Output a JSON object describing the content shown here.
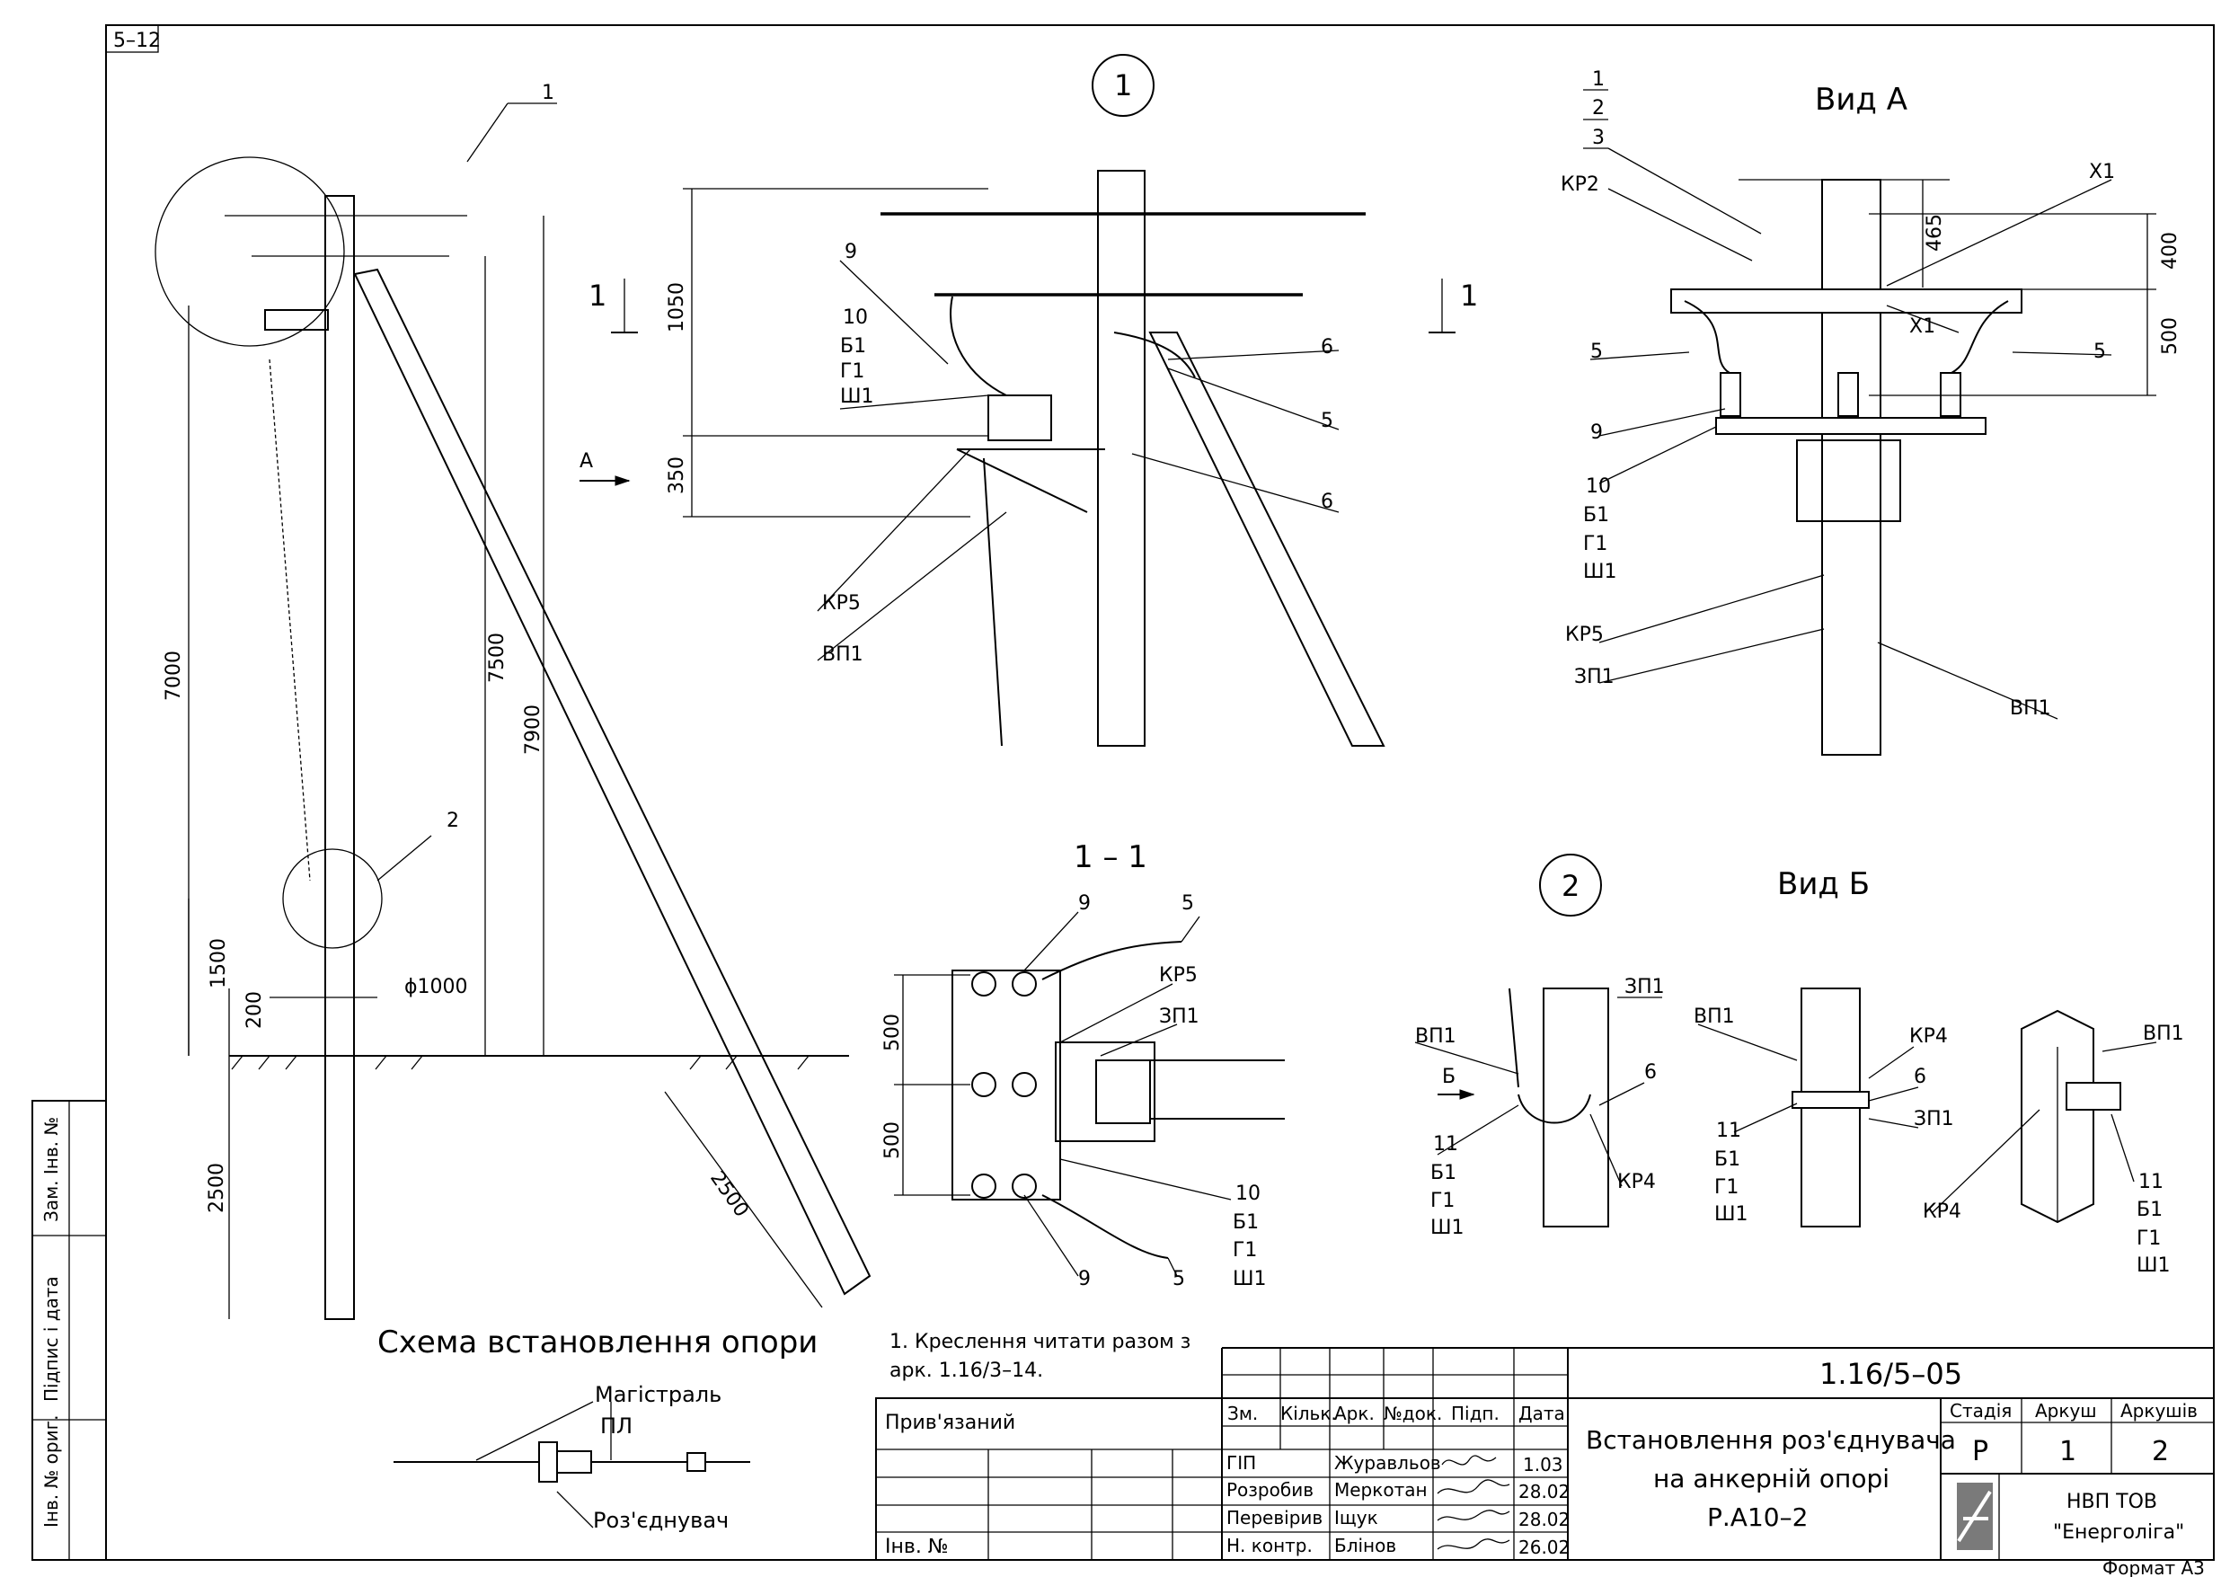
{
  "sheet_tag": "5–12",
  "format": "Формат А3",
  "side_stamp": [
    "Інв. № ориг.",
    "Підпис і дата",
    "Зам. Інв. №"
  ],
  "scheme": {
    "caption": "Схема встановлення опори",
    "dims": {
      "d7000": "7000",
      "d7500": "7500",
      "d7900": "7900",
      "d1500": "1500",
      "d200": "200",
      "d2500": "2500",
      "d2500s": "2500",
      "phi": "ϕ1000"
    },
    "callouts": {
      "c1": "1",
      "c2": "2"
    }
  },
  "legend": {
    "magistral": "Магістраль",
    "pl": "ПЛ",
    "roz": "Роз'єднувач"
  },
  "view1": {
    "circle": "1",
    "section_mark": "1",
    "arrow_a": "А",
    "dims": {
      "d1050": "1050",
      "d350": "350"
    },
    "labels": {
      "l9": "9",
      "l10": "10",
      "lB1": "Б1",
      "lG1": "Г1",
      "lSh1": "Ш1",
      "l6a": "6",
      "l5": "5",
      "l6b": "6",
      "lKP5": "КР5",
      "lVP1": "ВП1"
    }
  },
  "viewA": {
    "title": "Вид А",
    "dims": {
      "d465": "465",
      "d400": "400",
      "d500": "500"
    },
    "labels": {
      "s1": "1",
      "s2": "2",
      "s3": "3",
      "kp2": "КР2",
      "x1a": "Х1",
      "x1b": "Х1",
      "l5a": "5",
      "l5b": "5",
      "l9": "9",
      "l10": "10",
      "lB1": "Б1",
      "lG1": "Г1",
      "lSh1": "Ш1",
      "kp5": "КР5",
      "zp1": "ЗП1",
      "vp1": "ВП1"
    }
  },
  "section11": {
    "title": "1 – 1",
    "dims": {
      "d500a": "500",
      "d500b": "500"
    },
    "labels": {
      "l9a": "9",
      "l5a": "5",
      "kp5": "КР5",
      "zp1": "ЗП1",
      "l10": "10",
      "lB1": "Б1",
      "lG1": "Г1",
      "lSh1": "Ш1",
      "l9b": "9",
      "l5b": "5"
    }
  },
  "view2": {
    "circle": "2",
    "title": "Вид Б",
    "labels": {
      "vp1a": "ВП1",
      "zp1a": "ЗП1",
      "b": "Б",
      "l6a": "6",
      "l11a": "11",
      "b1a": "Б1",
      "g1a": "Г1",
      "sh1a": "Ш1",
      "kp4a": "КР4",
      "vp1b": "ВП1",
      "kp4b": "КР4",
      "l6b": "6",
      "zp1b": "ЗП1",
      "l11b": "11",
      "b1b": "Б1",
      "g1b": "Г1",
      "sh1b": "Ш1",
      "vp1c": "ВП1",
      "kp4c": "КР4",
      "l11c": "11",
      "b1c": "Б1",
      "g1c": "Г1",
      "sh1c": "Ш1"
    }
  },
  "notes": [
    "1. Креслення читати разом з",
    "арк. 1.16/3–14."
  ],
  "title_block": {
    "code": "1.16/5–05",
    "privyazaniy": "Прив'язаний",
    "inv": "Інв. №",
    "headers": [
      "Зм.",
      "Кільк.",
      "Арк.",
      "№док.",
      "Підп.",
      "Дата"
    ],
    "rows": [
      {
        "role": "ГІП",
        "name": "Журавльов",
        "date": "1.03"
      },
      {
        "role": "Розробив",
        "name": "Меркотан",
        "date": "28.02"
      },
      {
        "role": "Перевірив",
        "name": "Іщук",
        "date": "28.02"
      },
      {
        "role": "Н. контр.",
        "name": "Блінов",
        "date": "26.02"
      }
    ],
    "title_lines": [
      "Встановлення роз'єднувача",
      "на анкерній опорі",
      "Р.А10–2"
    ],
    "stage_h": "Стадія",
    "sheet_h": "Аркуш",
    "sheets_h": "Аркушів",
    "stage": "Р",
    "sheet": "1",
    "sheets": "2",
    "company": [
      "НВП ТОВ",
      "\"Енерголіга\""
    ]
  }
}
